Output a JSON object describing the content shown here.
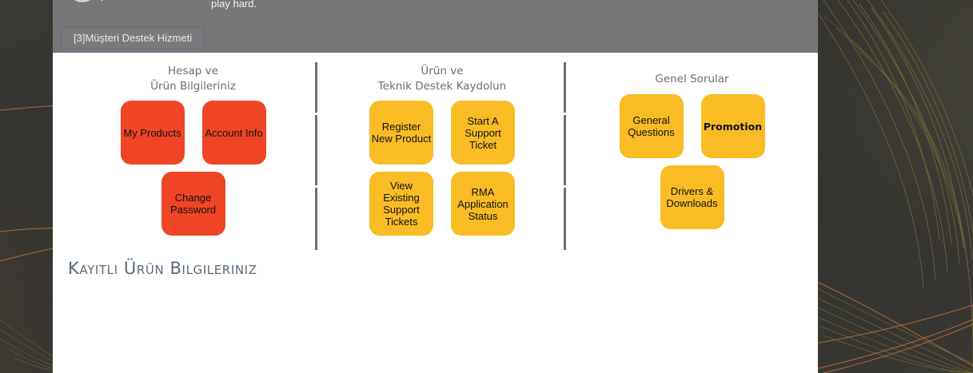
{
  "chrome": {
    "brand_tagline": "play hard.",
    "logo_icon": "interlocked-rings-logo",
    "support_tab_label": "[3]Müşteri Destek Hizmeti"
  },
  "colors": {
    "red_tile": "#EF4526",
    "yellow_tile": "#F9BC24",
    "grey_bar": "#777777",
    "divider": "#6E6E6E",
    "heading": "#5B6B79",
    "column_header": "#6D6D6D",
    "backdrop": "#33322F"
  },
  "columns": [
    {
      "header_line1": "Hesap ve",
      "header_line2": "Ürün Bilgileriniz",
      "rows": [
        [
          {
            "label": "My Products",
            "color": "red"
          },
          {
            "label": "Account Info",
            "color": "red"
          }
        ],
        [
          {
            "label": "Change Password",
            "color": "red"
          }
        ]
      ]
    },
    {
      "header_line1": "Ürün ve",
      "header_line2": "Teknik Destek Kaydolun",
      "rows": [
        [
          {
            "label": "Register New Product",
            "color": "yellow"
          },
          {
            "label": "Start A Support Ticket",
            "color": "yellow"
          }
        ],
        [
          {
            "label": "View Existing Support Tickets",
            "color": "yellow"
          },
          {
            "label": "RMA Application Status",
            "color": "yellow"
          }
        ]
      ]
    },
    {
      "header_line1": "Genel Sorular",
      "header_line2": "",
      "rows": [
        [
          {
            "label": "General Questions",
            "color": "yellow"
          },
          {
            "label": "Promotion",
            "color": "yellow",
            "bold": true
          }
        ],
        [
          {
            "label": "Drivers & Downloads",
            "color": "yellow"
          }
        ]
      ]
    }
  ],
  "section": {
    "title": "Kayıtlı Ürün Bilgileriniz"
  }
}
